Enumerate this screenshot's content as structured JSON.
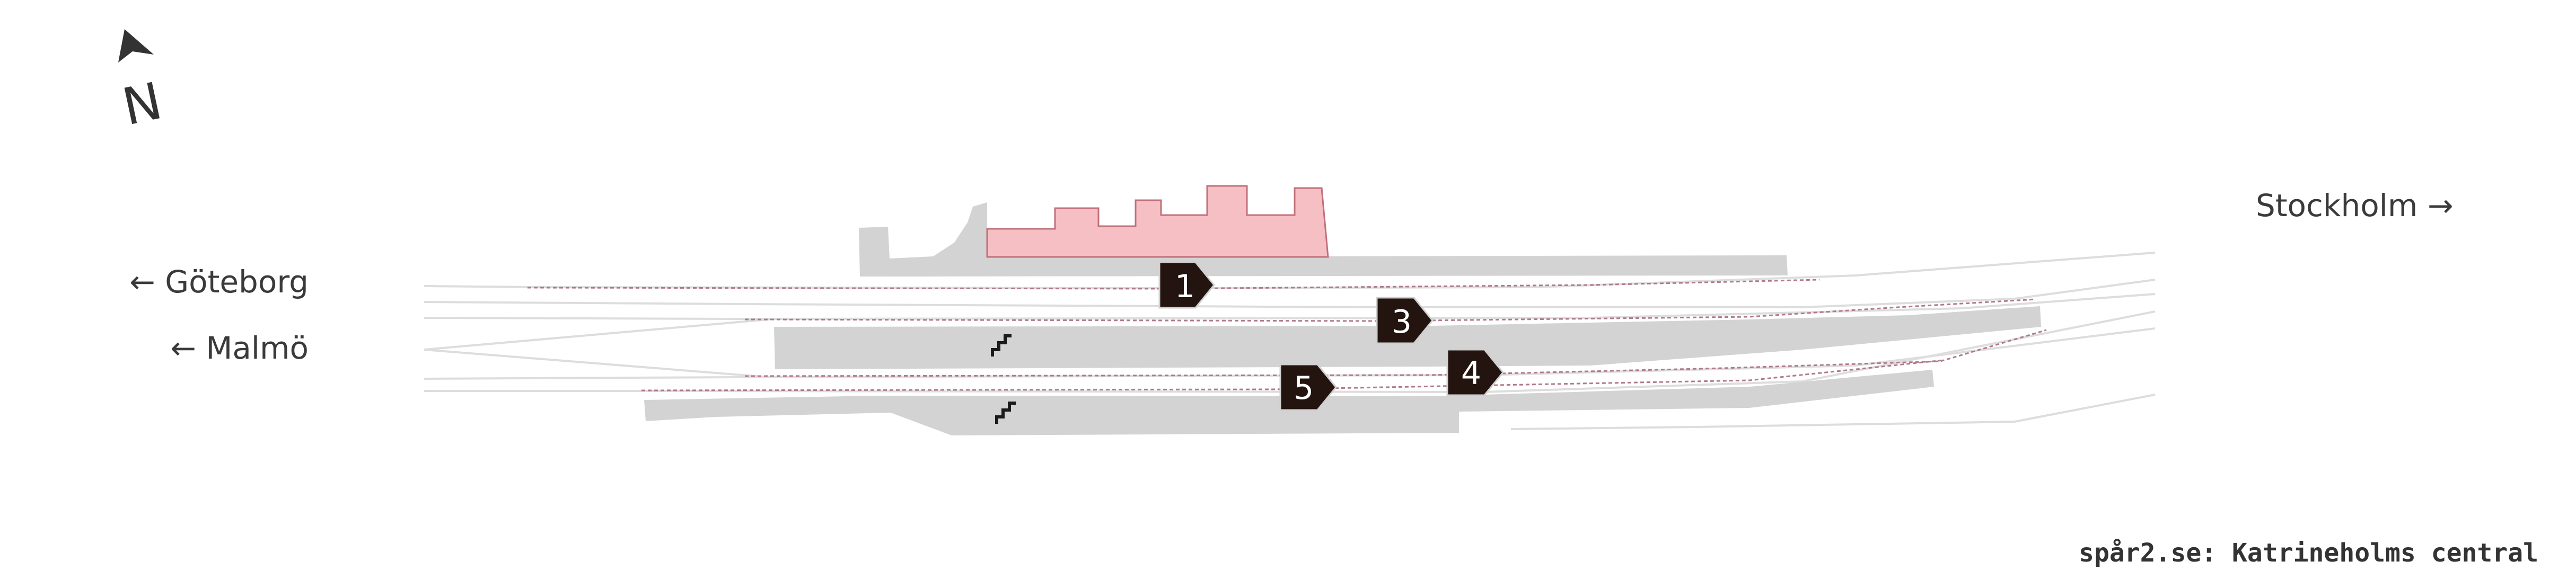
{
  "map": {
    "credit": "spår2.se: Katrineholms central",
    "north_label": "N",
    "directions": {
      "stockholm": "Stockholm →",
      "goteborg": "← Göteborg",
      "malmo": "← Malmö"
    },
    "tracks": [
      {
        "id": "track-1",
        "label": "1"
      },
      {
        "id": "track-3",
        "label": "3"
      },
      {
        "id": "track-4",
        "label": "4"
      },
      {
        "id": "track-5",
        "label": "5"
      }
    ],
    "colors": {
      "platform": "#d3d3d3",
      "station_building": "#f5bfc3",
      "station_outline": "#c0707a",
      "track_line": "#dddddd",
      "track_dashed": "#b07a88",
      "track_marker": "#23140f"
    },
    "icons": {
      "compass": "north-arrow-icon",
      "underpass": "stairs-icon"
    }
  }
}
